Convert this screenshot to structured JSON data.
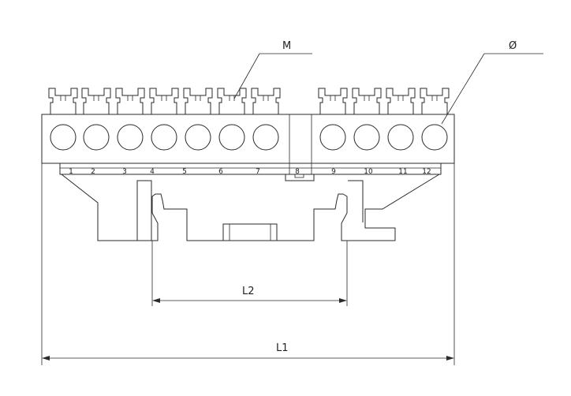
{
  "labels": {
    "screw": "M",
    "diameter": "Ø",
    "inner_length": "L2",
    "overall_length": "L1"
  },
  "terminal_numbers": [
    "1",
    "2",
    "3",
    "4",
    "5",
    "6",
    "7",
    "8",
    "9",
    "10",
    "11",
    "12"
  ]
}
